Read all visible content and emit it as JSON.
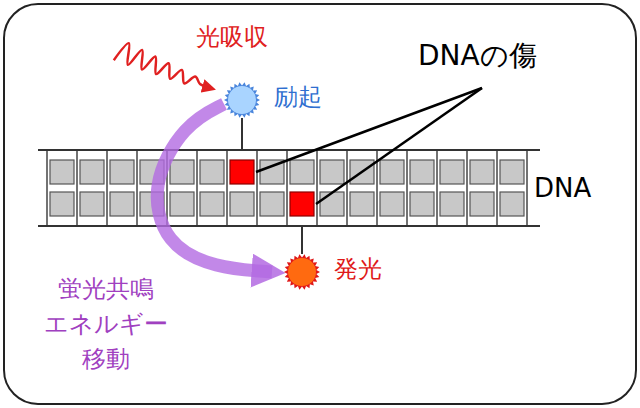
{
  "diagram": {
    "nodes": [
      {
        "text": [
          "励起"
        ]
      },
      {
        "text": [
          "発光"
        ]
      }
    ],
    "edges": [
      {
        "from": 0,
        "to": 1,
        "arrow": "to",
        "label": "蛍光共鳴 エネルギー 移動"
      }
    ],
    "labels": [
      "光吸収",
      "DNAの傷",
      "DNA"
    ]
  }
}
